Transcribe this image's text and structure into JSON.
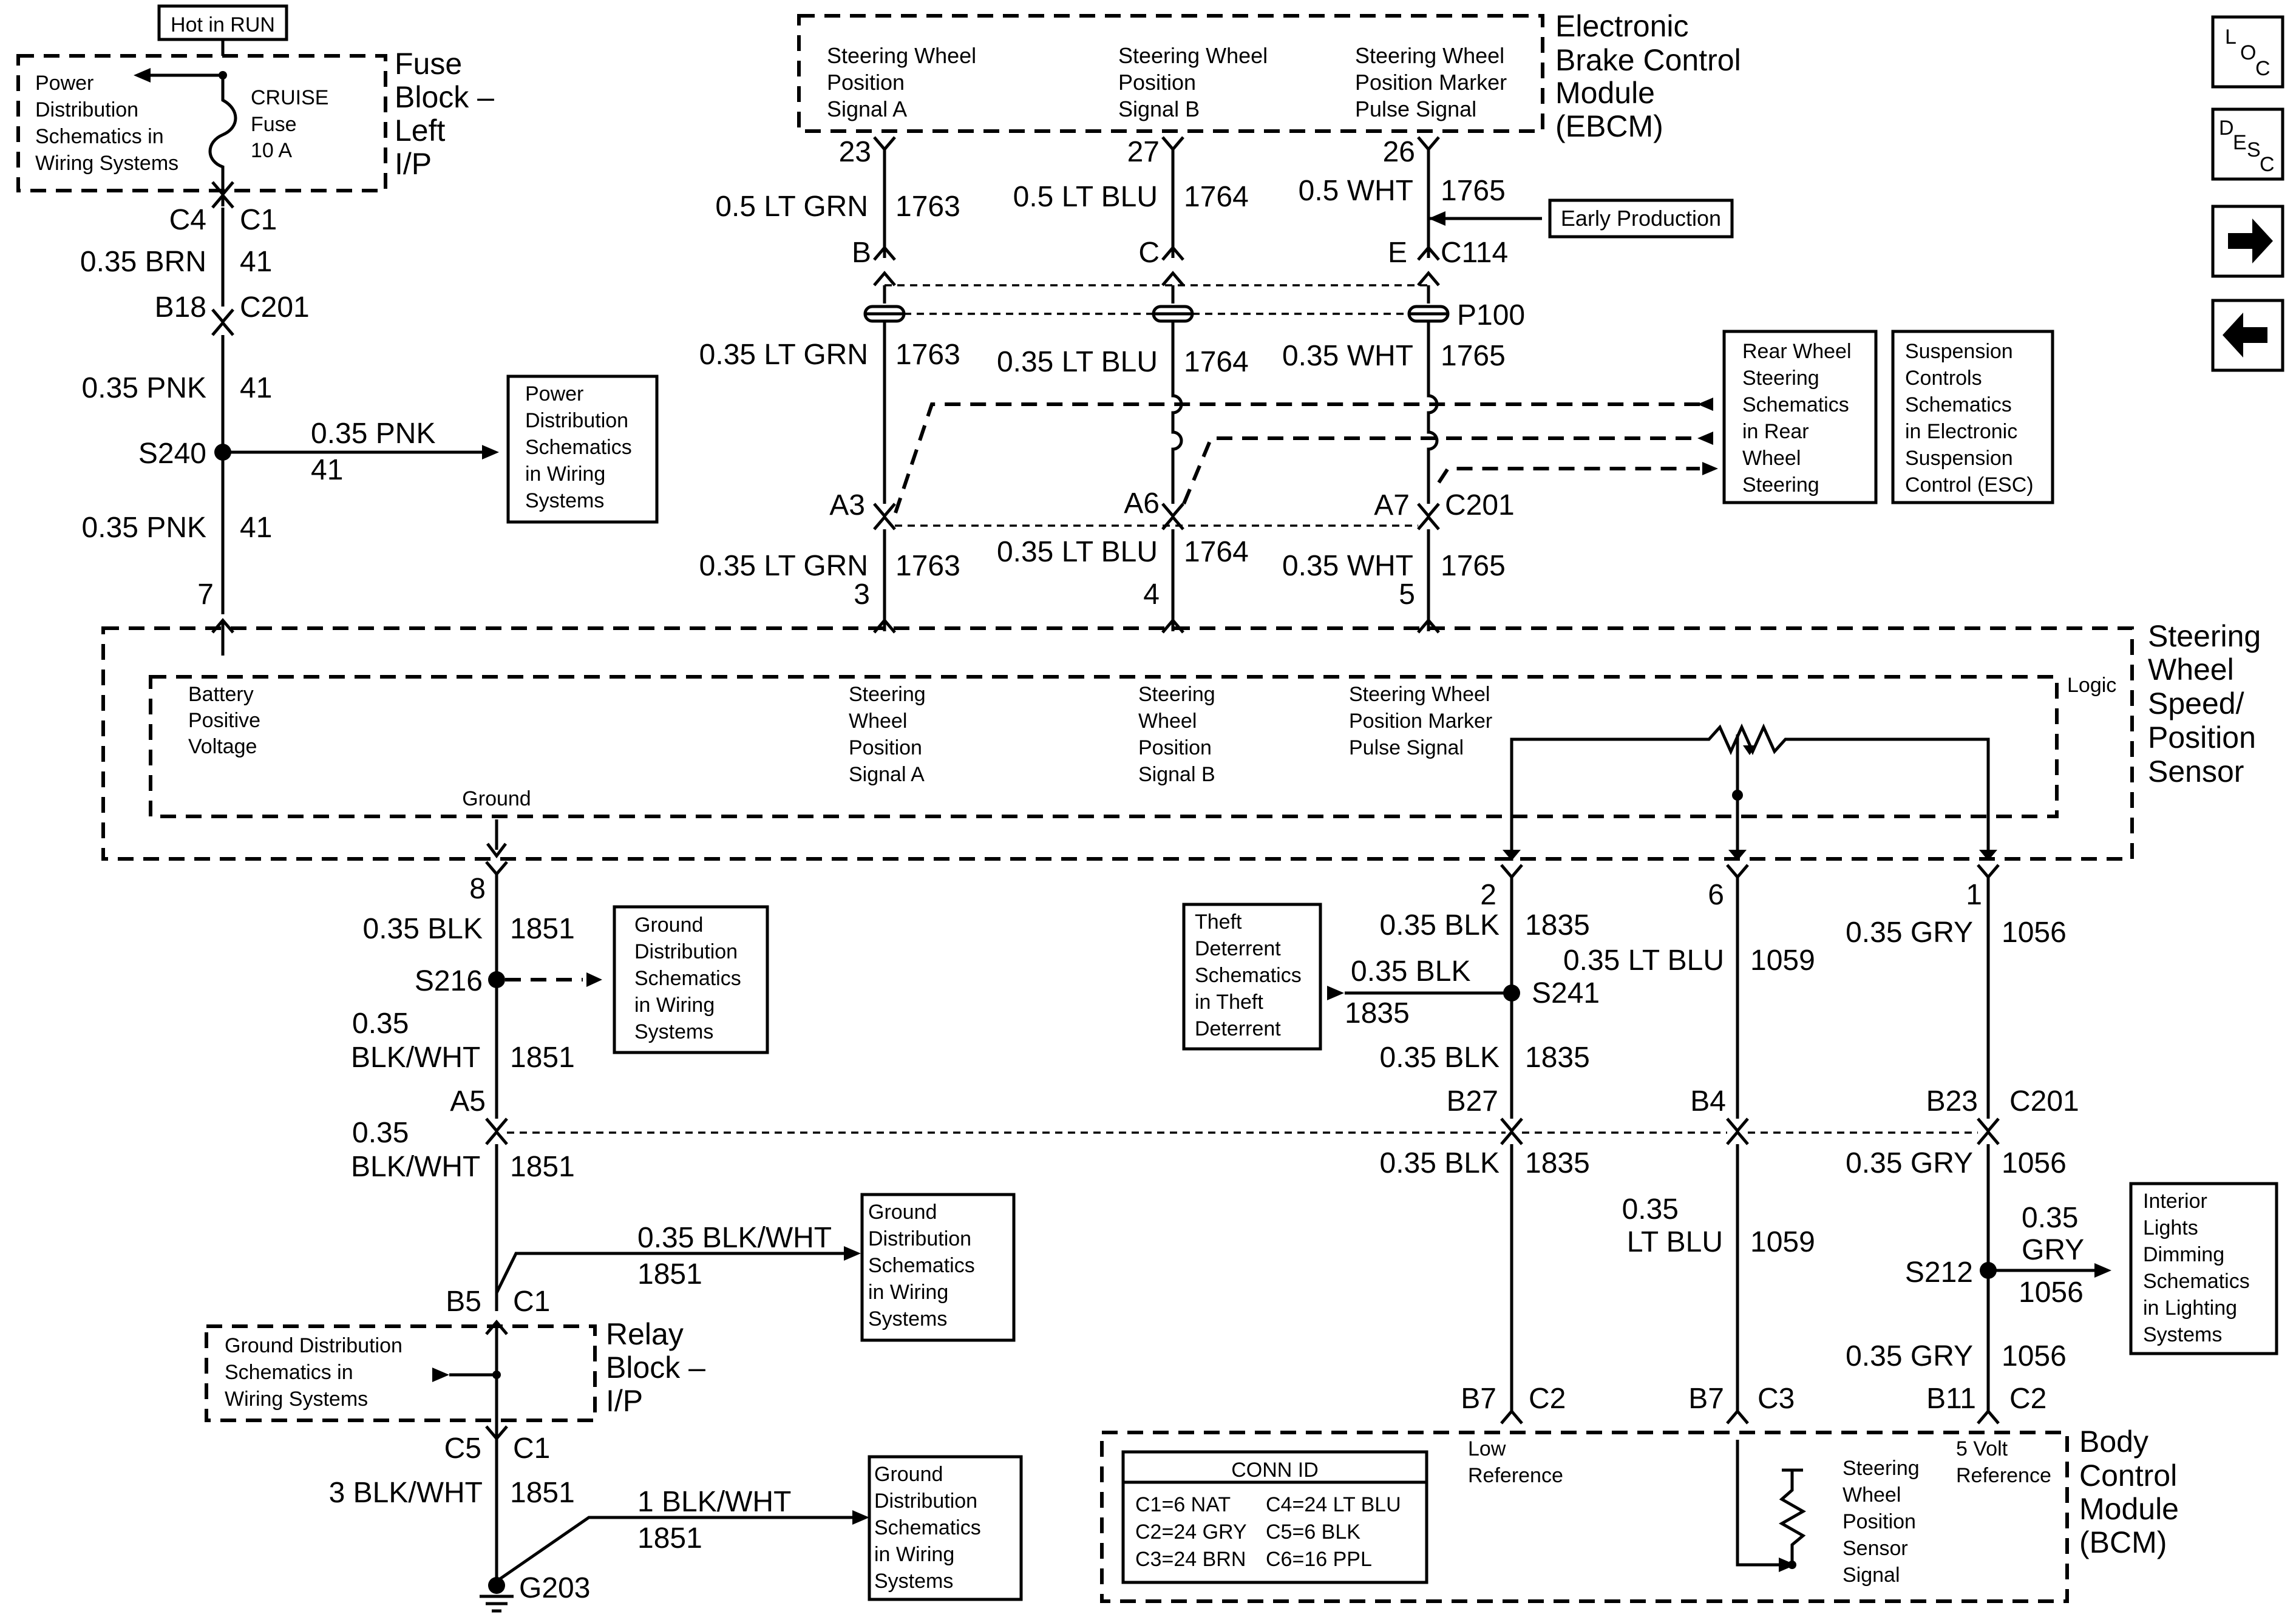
{
  "top_left": {
    "hot_in_run": "Hot in RUN",
    "fuse_block": [
      "Fuse",
      "Block –",
      "Left",
      "I/P"
    ],
    "power_dist_left": [
      "Power",
      "Distribution",
      "Schematics in",
      "Wiring Systems"
    ],
    "cruise_fuse": [
      "CRUISE",
      "Fuse",
      "10 A"
    ],
    "conn_c4": "C4",
    "conn_c1": "C1",
    "wire_brn": "0.35 BRN",
    "circ_41a": "41",
    "conn_b18": "B18",
    "conn_c201a": "C201",
    "wire_pnk_1": "0.35 PNK",
    "circ_41b": "41",
    "splice_s240": "S240",
    "wire_pnk_branch": "0.35 PNK",
    "circ_41c": "41",
    "power_dist_box": [
      "Power",
      "Distribution",
      "Schematics",
      "in Wiring",
      "Systems"
    ],
    "wire_pnk_2": "0.35 PNK",
    "circ_41d": "41",
    "pin_7": "7"
  },
  "ebcm": {
    "title": [
      "Electronic",
      "Brake Control",
      "Module",
      "(EBCM)"
    ],
    "sig_a": [
      "Steering Wheel",
      "Position",
      "Signal A"
    ],
    "sig_b": [
      "Steering Wheel",
      "Position",
      "Signal B"
    ],
    "sig_marker": [
      "Steering Wheel",
      "Position Marker",
      "Pulse Signal"
    ],
    "pin_23": "23",
    "pin_27": "27",
    "pin_26": "26",
    "wire_1": "0.5 LT GRN",
    "circ_1763a": "1763",
    "wire_2": "0.5 LT BLU",
    "circ_1764a": "1764",
    "wire_3": "0.5 WHT",
    "circ_1765a": "1765",
    "early_production": "Early Production",
    "pin_b": "B",
    "pin_c": "C",
    "pin_e": "E",
    "conn_c114": "C114",
    "conn_p100": "P100",
    "wire_4": "0.35 LT GRN",
    "circ_1763b": "1763",
    "wire_5": "0.35 LT BLU",
    "circ_1764b": "1764",
    "wire_6": "0.35 WHT",
    "circ_1765b": "1765",
    "rear_wheel_box": [
      "Rear Wheel",
      "Steering",
      "Schematics",
      "in Rear",
      "Wheel",
      "Steering"
    ],
    "suspension_box": [
      "Suspension",
      "Controls",
      "Schematics",
      "in Electronic",
      "Suspension",
      "Control (ESC)"
    ],
    "pin_a3": "A3",
    "pin_a6": "A6",
    "pin_a7": "A7",
    "conn_c201b": "C201",
    "wire_7": "0.35 LT GRN",
    "circ_1763c": "1763",
    "wire_8": "0.35 LT BLU",
    "circ_1764c": "1764",
    "wire_9": "0.35 WHT",
    "circ_1765c": "1765",
    "pin_3": "3",
    "pin_4": "4",
    "pin_5": "5"
  },
  "sensor": {
    "title": [
      "Steering",
      "Wheel",
      "Speed/",
      "Position",
      "Sensor"
    ],
    "logic": "Logic",
    "battery": [
      "Battery",
      "Positive",
      "Voltage"
    ],
    "sig_a": [
      "Steering",
      "Wheel",
      "Position",
      "Signal A"
    ],
    "sig_b": [
      "Steering",
      "Wheel",
      "Position",
      "Signal B"
    ],
    "sig_marker": [
      "Steering Wheel",
      "Position Marker",
      "Pulse Signal"
    ],
    "ground": "Ground"
  },
  "lower_left": {
    "pin_8": "8",
    "wire_blk": "0.35 BLK",
    "circ_1851a": "1851",
    "splice_s216": "S216",
    "ground_box_1": [
      "Ground",
      "Distribution",
      "Schematics",
      "in Wiring",
      "Systems"
    ],
    "wire_bw_1a": "0.35",
    "wire_bw_1b": "BLK/WHT",
    "circ_1851b": "1851",
    "pin_a5": "A5",
    "wire_bw_2a": "0.35",
    "wire_bw_2b": "BLK/WHT",
    "circ_1851c": "1851",
    "wire_bw_3": "0.35 BLK/WHT",
    "circ_1851d": "1851",
    "ground_box_2": [
      "Ground",
      "Distribution",
      "Schematics",
      "in Wiring",
      "Systems"
    ],
    "pin_b5": "B5",
    "conn_c1a": "C1",
    "ground_dist_left": [
      "Ground Distribution",
      "Schematics in",
      "Wiring Systems"
    ],
    "relay_block": [
      "Relay",
      "Block –",
      "I/P"
    ],
    "pin_c5": "C5",
    "conn_c1b": "C1",
    "wire_bw_4": "3 BLK/WHT",
    "circ_1851e": "1851",
    "wire_bw_5": "1 BLK/WHT",
    "circ_1851f": "1851",
    "ground_box_3": [
      "Ground",
      "Distribution",
      "Schematics",
      "in Wiring",
      "Systems"
    ],
    "ground_g203": "G203"
  },
  "lower_right": {
    "pin_2": "2",
    "pin_6": "6",
    "pin_1": "1",
    "wire_blk_1": "0.35 BLK",
    "circ_1835a": "1835",
    "wire_gry_1": "0.35 GRY",
    "circ_1056a": "1056",
    "theft_box": [
      "Theft",
      "Deterrent",
      "Schematics",
      "in Theft",
      "Deterrent"
    ],
    "wire_blk_branch": "0.35 BLK",
    "circ_1835b": "1835",
    "splice_s241": "S241",
    "wire_ltblu_1": "0.35 LT BLU",
    "circ_1059a": "1059",
    "wire_blk_2": "0.35 BLK",
    "circ_1835c": "1835",
    "pin_b27": "B27",
    "pin_b4": "B4",
    "pin_b23": "B23",
    "conn_c201c": "C201",
    "wire_blk_3": "0.35 BLK",
    "circ_1835d": "1835",
    "wire_gry_2": "0.35 GRY",
    "circ_1056b": "1056",
    "wire_ltblu_2a": "0.35",
    "wire_ltblu_2b": "LT BLU",
    "circ_1059b": "1059",
    "splice_s212": "S212",
    "wire_gry_branch_a": "0.35",
    "wire_gry_branch_b": "GRY",
    "circ_1056c": "1056",
    "interior_box": [
      "Interior",
      "Lights",
      "Dimming",
      "Schematics",
      "in Lighting",
      "Systems"
    ],
    "wire_gry_3": "0.35 GRY",
    "circ_1056d": "1056",
    "pin_b7a": "B7",
    "conn_c2a": "C2",
    "pin_b7b": "B7",
    "conn_c3": "C3",
    "pin_b11": "B11",
    "conn_c2b": "C2"
  },
  "bcm": {
    "title": [
      "Body",
      "Control",
      "Module",
      "(BCM)"
    ],
    "low_ref": [
      "Low",
      "Reference"
    ],
    "five_volt": [
      "5 Volt",
      "Reference"
    ],
    "sensor_signal": [
      "Steering",
      "Wheel",
      "Position",
      "Sensor",
      "Signal"
    ],
    "conn_id_title": "CONN ID",
    "conn_id_rows": [
      [
        "C1=6 NAT",
        "C4=24 LT BLU"
      ],
      [
        "C2=24 GRY",
        "C5=6 BLK"
      ],
      [
        "C3=24 BRN",
        "C6=16 PPL"
      ]
    ]
  },
  "nav": {
    "loc": [
      "L",
      "O",
      "C"
    ],
    "desc": [
      "D",
      "E",
      "S",
      "C"
    ]
  }
}
